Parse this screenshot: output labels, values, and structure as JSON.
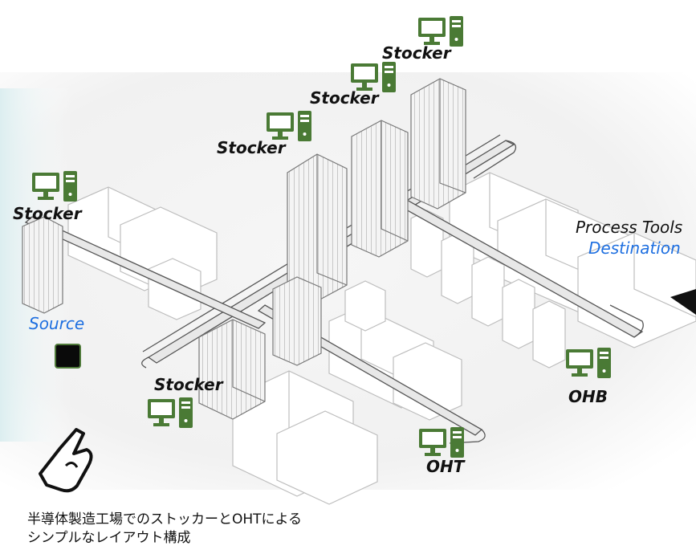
{
  "labels": {
    "stocker_top": "Stocker",
    "stocker_2": "Stocker",
    "stocker_3": "Stocker",
    "stocker_left": "Stocker",
    "stocker_bottom": "Stocker",
    "process_tools": "Process Tools",
    "destination": "Destination",
    "source": "Source",
    "ohb": "OHB",
    "oht": "OHT"
  },
  "caption": {
    "line1": "半導体製造工場でのストッカーとOHTによる",
    "line2": "シンプルなレイアウト構成"
  },
  "colors": {
    "pc_icon": "#4a7a35",
    "label_blue": "#1e6fe0",
    "rail": "#555555",
    "box_outline": "#bdbdbd"
  },
  "icons": [
    "computer-icon",
    "hand-pointer-icon"
  ]
}
